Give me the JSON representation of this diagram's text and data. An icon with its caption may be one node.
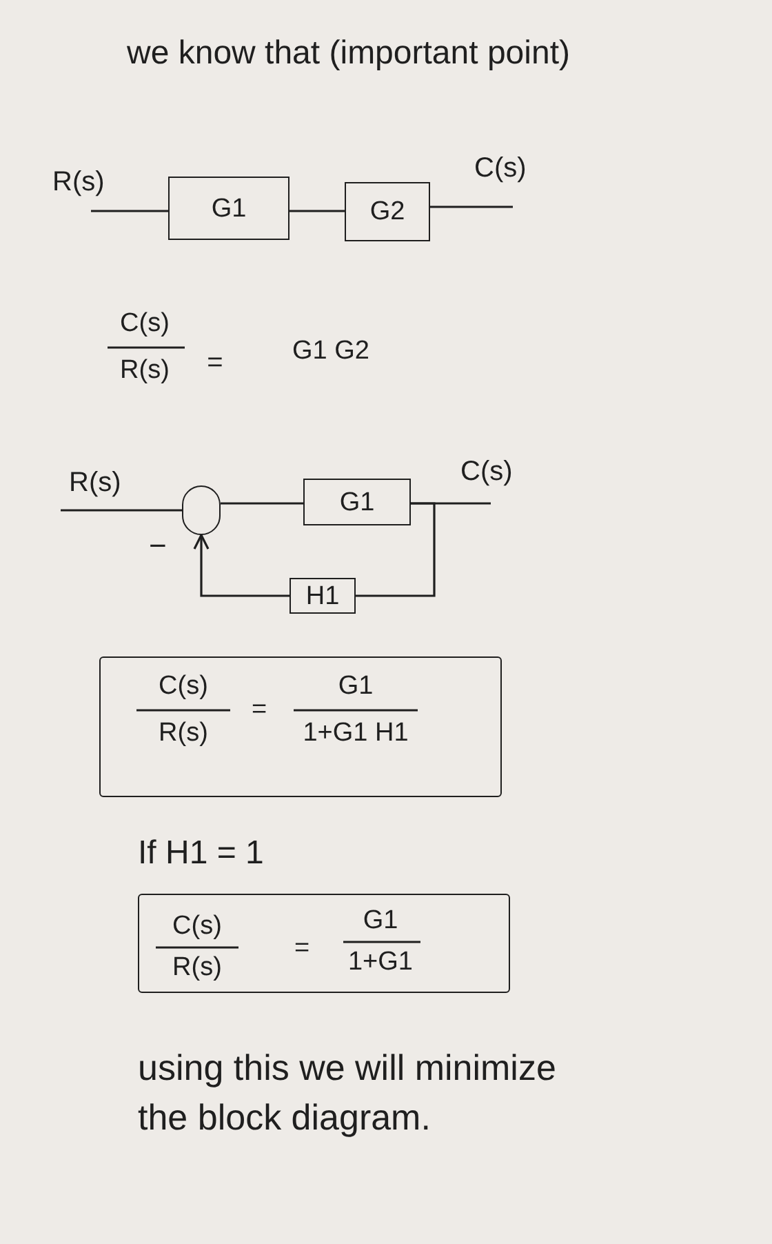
{
  "diagram": {
    "title": "we know that (important point)",
    "nodes": [
      {
        "text": [
          "G1"
        ]
      },
      {
        "text": [
          "G2"
        ]
      },
      {
        "text": [],
        "shape": "circle"
      },
      {
        "text": [
          "G1"
        ]
      },
      {
        "text": [
          "H1"
        ]
      },
      {
        "text": [
          "C(s)",
          "R(s)",
          "=",
          "G1",
          "1+G1 H1"
        ]
      },
      {
        "text": [
          "C(s)",
          "R(s)",
          "=",
          "G1",
          "1+G1"
        ]
      }
    ],
    "edges": [
      {
        "from": null,
        "to": 0,
        "arrow": "none",
        "label": "R(s)"
      },
      {
        "from": 0,
        "to": 1,
        "arrow": "none"
      },
      {
        "from": 1,
        "to": null,
        "arrow": "none",
        "label": "C(s)"
      },
      {
        "from": null,
        "to": 2,
        "arrow": "none",
        "label": "R(s)"
      },
      {
        "from": 2,
        "to": 3,
        "arrow": "none"
      },
      {
        "from": 3,
        "to": null,
        "arrow": "none",
        "label": "C(s)"
      },
      {
        "from": 3,
        "to": 4,
        "arrow": "none"
      },
      {
        "from": 4,
        "to": 2,
        "arrow": "to"
      }
    ],
    "labels": [
      "C(s)",
      "R(s)",
      "=",
      "G1 G2",
      "−",
      "If H1 = 1",
      "using this we will minimize the block diagram."
    ]
  }
}
